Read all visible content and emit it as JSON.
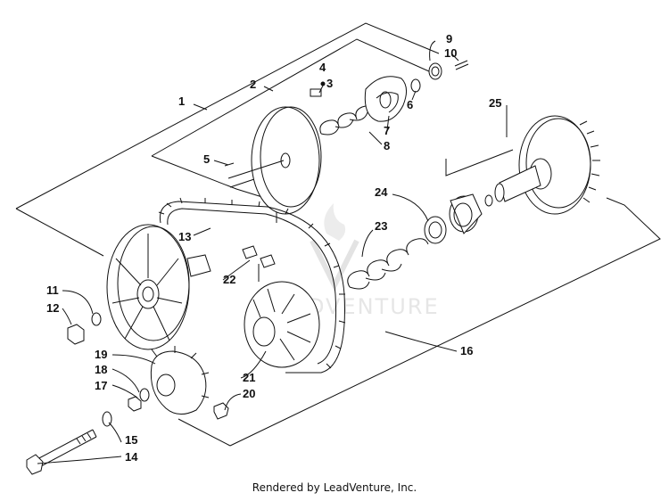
{
  "footer": "Rendered by LeadVenture, Inc.",
  "watermark": "LEADVENTURE",
  "callouts": [
    "1",
    "2",
    "3",
    "4",
    "5",
    "6",
    "7",
    "8",
    "9",
    "10",
    "11",
    "12",
    "13",
    "14",
    "15",
    "16",
    "17",
    "18",
    "19",
    "20",
    "21",
    "22",
    "23",
    "24",
    "25"
  ],
  "colors": {
    "line": "#111111",
    "watermark": "#e6e6e6",
    "background": "#ffffff"
  }
}
